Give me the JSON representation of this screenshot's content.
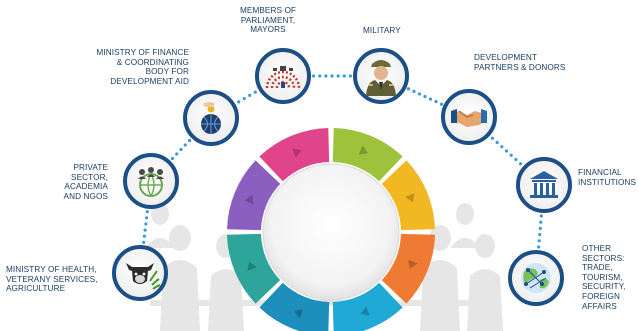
{
  "stakeholders": [
    {
      "id": "health",
      "label": "MINISTRY OF HEALTH,\nVETERANY SERVICES,\nAGRICULTURE",
      "icon": "cow-icon"
    },
    {
      "id": "private",
      "label": "PRIVATE\nSECTOR,\nACADEMIA\nAND NGOS",
      "icon": "people-globe-icon"
    },
    {
      "id": "finance",
      "label": "MINISTRY OF FINANCE\n& COORDINATING\nBODY FOR\nDEVELOPMENT AID",
      "icon": "hand-coin-icon"
    },
    {
      "id": "parliament",
      "label": "MEMBERS OF\nPARLIAMENT,\nMAYORS",
      "icon": "parliament-icon"
    },
    {
      "id": "military",
      "label": "MILITARY",
      "icon": "soldier-icon"
    },
    {
      "id": "partners",
      "label": "DEVELOPMENT\nPARTNERS & DONORS",
      "icon": "handshake-icon"
    },
    {
      "id": "financial",
      "label": "FINANCIAL\nINSTITUTIONS",
      "icon": "bank-icon"
    },
    {
      "id": "other",
      "label": "OTHER\nSECTORS:\nTRADE,\nTOURISM,\nSECURITY,\nFOREIGN\nAFFAIRS",
      "icon": "world-network-icon"
    }
  ],
  "palette": {
    "ring_border": "#1b4f86",
    "dots": "#3a9bd0",
    "label_text": "#1b3f63",
    "segments": [
      "#9ec23c",
      "#f2b824",
      "#ef7a33",
      "#21a9d6",
      "#1d8fbd",
      "#2ea59a",
      "#8b5fc0",
      "#e0458b"
    ]
  }
}
